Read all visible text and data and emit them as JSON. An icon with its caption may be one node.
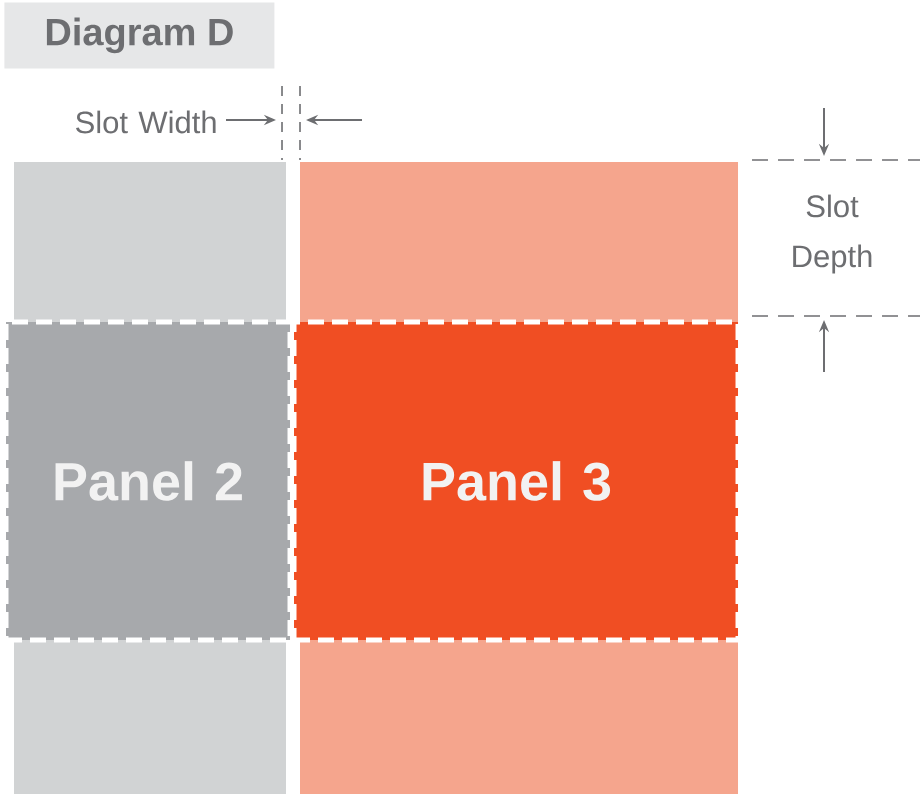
{
  "diagram": {
    "title": "Diagram D",
    "nodes": [
      {
        "text": [
          "Panel 2"
        ]
      },
      {
        "text": [
          "Panel 3"
        ]
      }
    ],
    "edges": [],
    "labels": [
      "Slot Width",
      "Slot Depth"
    ]
  }
}
